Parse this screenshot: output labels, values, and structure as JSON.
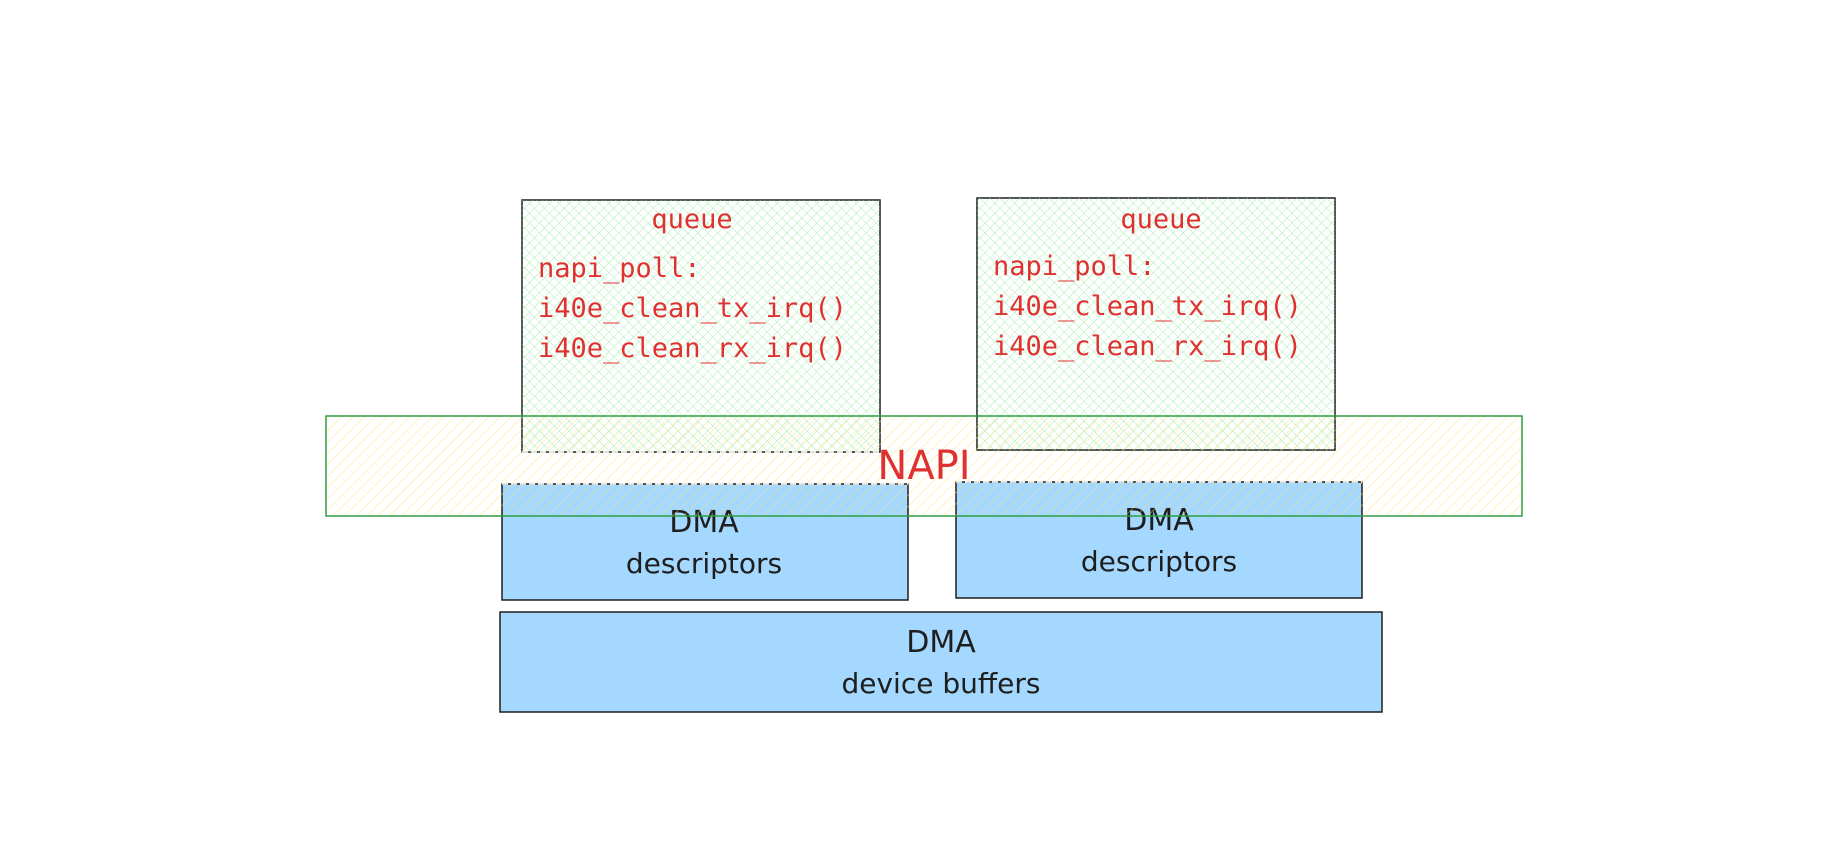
{
  "colors": {
    "queue_text": "#e03131",
    "napi_text": "#e03131",
    "napi_border": "#2f9e44",
    "napi_hatch": "#ffec99",
    "queue_hatch": "#b2f2bb",
    "dma_fill": "#a5d8ff",
    "dma_text": "#1e1e1e",
    "stroke": "#1e1e1e"
  },
  "queues": [
    {
      "title": "queue",
      "lines": [
        "napi_poll:",
        "i40e_clean_tx_irq()",
        "i40e_clean_rx_irq()"
      ]
    },
    {
      "title": "queue",
      "lines": [
        "napi_poll:",
        "i40e_clean_tx_irq()",
        "i40e_clean_rx_irq()"
      ]
    }
  ],
  "napi": {
    "label": "NAPI"
  },
  "descriptors": [
    {
      "line1": "DMA",
      "line2": "descriptors"
    },
    {
      "line1": "DMA",
      "line2": "descriptors"
    }
  ],
  "buffers": {
    "line1": "DMA",
    "line2": "device buffers"
  }
}
